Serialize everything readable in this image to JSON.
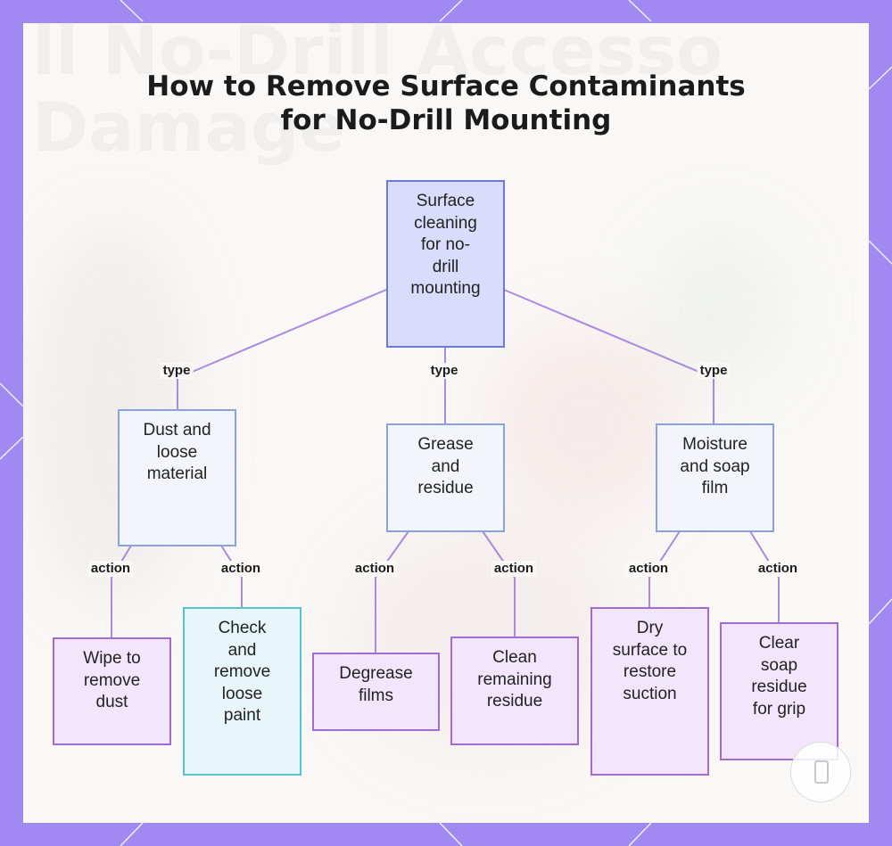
{
  "watermark": "ll No-Drill Accesso\nDamage",
  "title": "How to Remove Surface Contaminants\nfor No-Drill Mounting",
  "nodes": {
    "root": "Surface\ncleaning\nfor no-\ndrill\nmounting",
    "dust": "Dust and\nloose\nmaterial",
    "grease": "Grease\nand\nresidue",
    "moisture": "Moisture\nand soap\nfilm",
    "wipe": "Wipe to\nremove\ndust",
    "check": "Check\nand\nremove\nloose\npaint",
    "degrease": "Degrease\nfilms",
    "clean": "Clean\nremaining\nresidue",
    "dry": "Dry\nsurface to\nrestore\nsuction",
    "clear": "Clear\nsoap\nresidue\nfor grip"
  },
  "edge_labels": {
    "type": "type",
    "action": "action"
  },
  "colors": {
    "frame": "#a08af2",
    "panel": "#f9f8f7",
    "edge": "#a98ae0",
    "root_fill": "#dadcfb",
    "category_fill": "#f4f5fc",
    "action_fill": "#f1e6fb",
    "action_alt_fill": "#e8f6fc"
  }
}
